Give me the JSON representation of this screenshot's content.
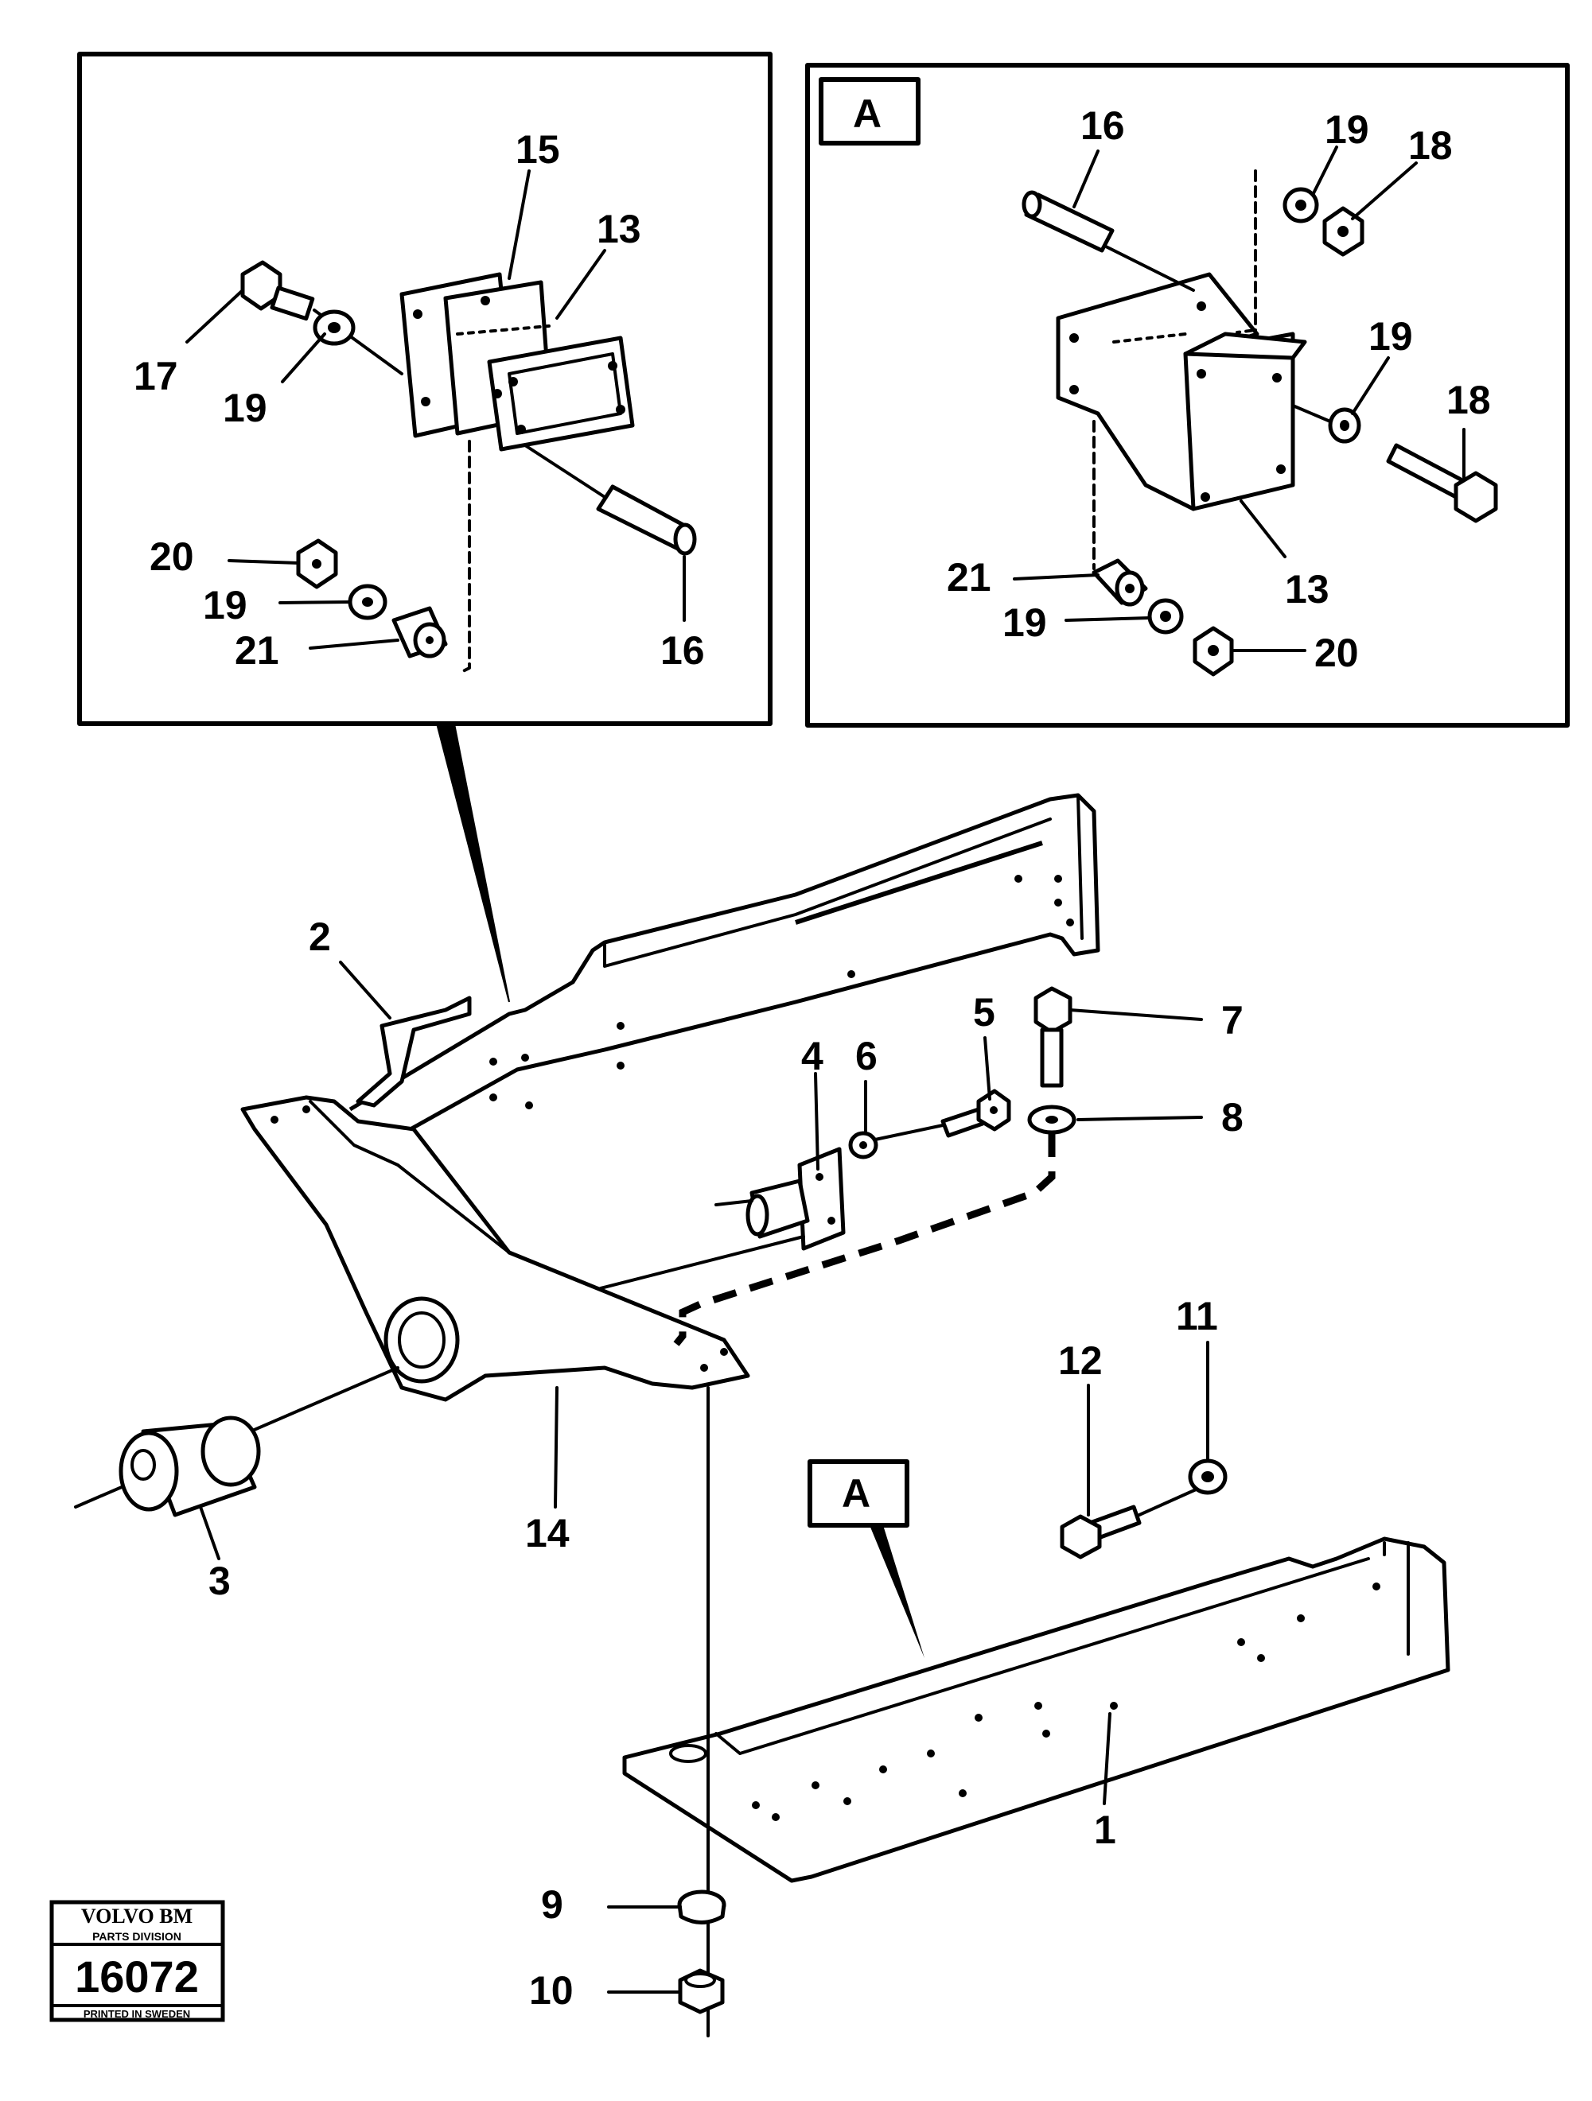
{
  "callouts": [
    "1",
    "2",
    "3",
    "4",
    "5",
    "6",
    "7",
    "8",
    "9",
    "10",
    "11",
    "12",
    "13",
    "14",
    "15",
    "16",
    "17",
    "18",
    "19",
    "20",
    "21"
  ],
  "inset_left": {
    "labels": {
      "l15": "15",
      "l13": "13",
      "l17": "17",
      "l19a": "19",
      "l20": "20",
      "l19b": "19",
      "l21": "21",
      "l16": "16"
    }
  },
  "inset_right": {
    "view_label": "A",
    "labels": {
      "l16": "16",
      "l19a": "19",
      "l18a": "18",
      "l19b": "19",
      "l18b": "18",
      "l21": "21",
      "l13": "13",
      "l19c": "19",
      "l20": "20"
    }
  },
  "main": {
    "view_marker": "A",
    "labels": {
      "l1": "1",
      "l2": "2",
      "l3": "3",
      "l4": "4",
      "l5": "5",
      "l6": "6",
      "l7": "7",
      "l8": "8",
      "l9": "9",
      "l10": "10",
      "l11": "11",
      "l12": "12",
      "l14": "14"
    }
  },
  "stamp": {
    "brand": "VOLVO BM",
    "division": "PARTS DIVISION",
    "number": "16072",
    "printed": "PRINTED IN SWEDEN"
  }
}
